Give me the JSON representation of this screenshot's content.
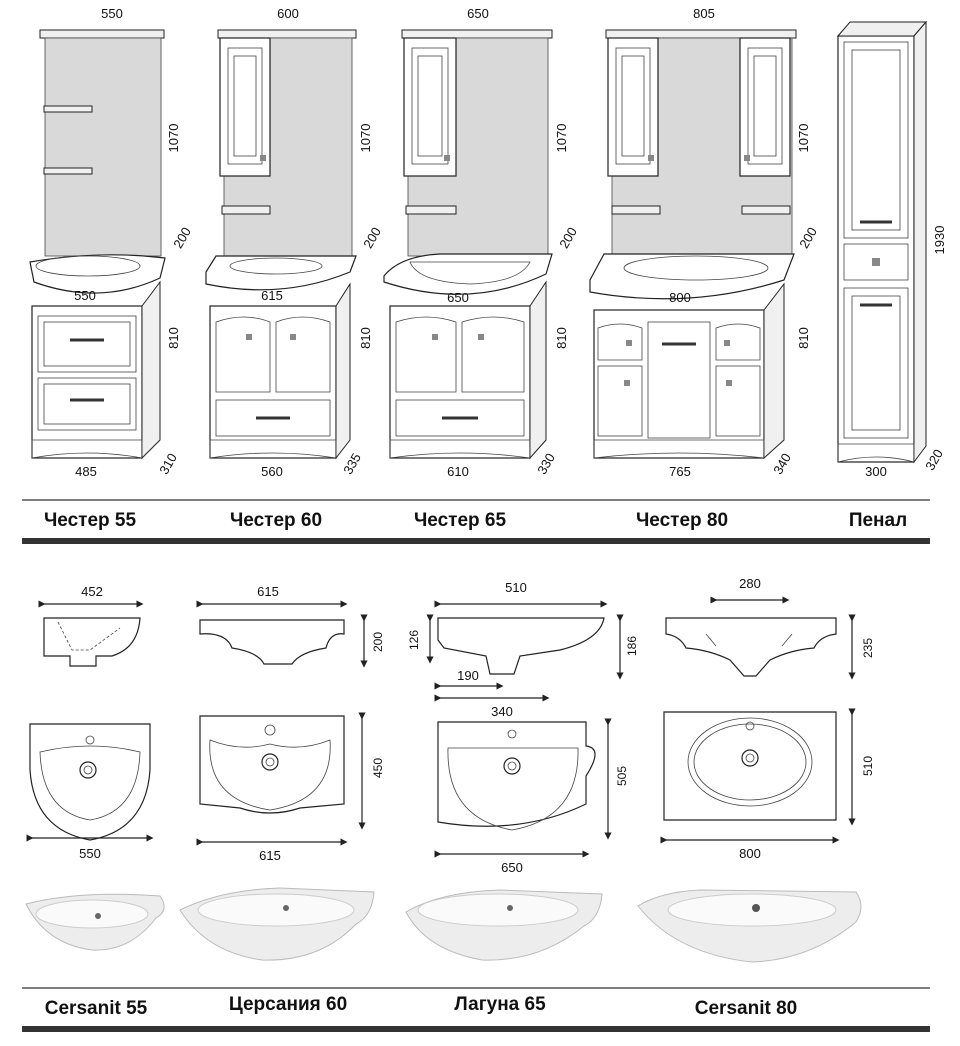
{
  "cabinets": [
    {
      "name": "Честер 55",
      "top_width": "550",
      "mirror_height": "1070",
      "gap": "200",
      "basin_width": "550",
      "base_height": "810",
      "base_width": "485",
      "depth": "310"
    },
    {
      "name": "Честер 60",
      "top_width": "600",
      "mirror_height": "1070",
      "gap": "200",
      "basin_width": "615",
      "base_height": "810",
      "base_width": "560",
      "depth": "335"
    },
    {
      "name": "Честер 65",
      "top_width": "650",
      "mirror_height": "1070",
      "gap": "200",
      "basin_width": "650",
      "base_height": "810",
      "base_width": "610",
      "depth": "330"
    },
    {
      "name": "Честер 80",
      "top_width": "805",
      "mirror_height": "1070",
      "gap": "200",
      "basin_width": "800",
      "base_height": "810",
      "base_width": "765",
      "depth": "340"
    },
    {
      "name": "Пенал",
      "height": "1930",
      "base_width": "300",
      "depth": "320"
    }
  ],
  "sinks": [
    {
      "name": "Cersanit 55",
      "profile_width": "452",
      "plan_width": "550"
    },
    {
      "name": "Церсания 60",
      "profile_width": "615",
      "profile_height": "200",
      "plan_width": "615",
      "plan_depth": "450"
    },
    {
      "name": "Лагуна 65",
      "profile_width": "510",
      "profile_height_front": "126",
      "profile_height": "186",
      "drain_offset": "190",
      "drain_offset_2": "340",
      "plan_width": "650",
      "plan_depth": "505"
    },
    {
      "name": "Cersanit 80",
      "tap_span": "280",
      "profile_height": "235",
      "plan_width": "800",
      "plan_depth": "510"
    }
  ],
  "colors": {
    "separator": "#333333",
    "wall": "#d9d9d9",
    "line": "#222222"
  }
}
